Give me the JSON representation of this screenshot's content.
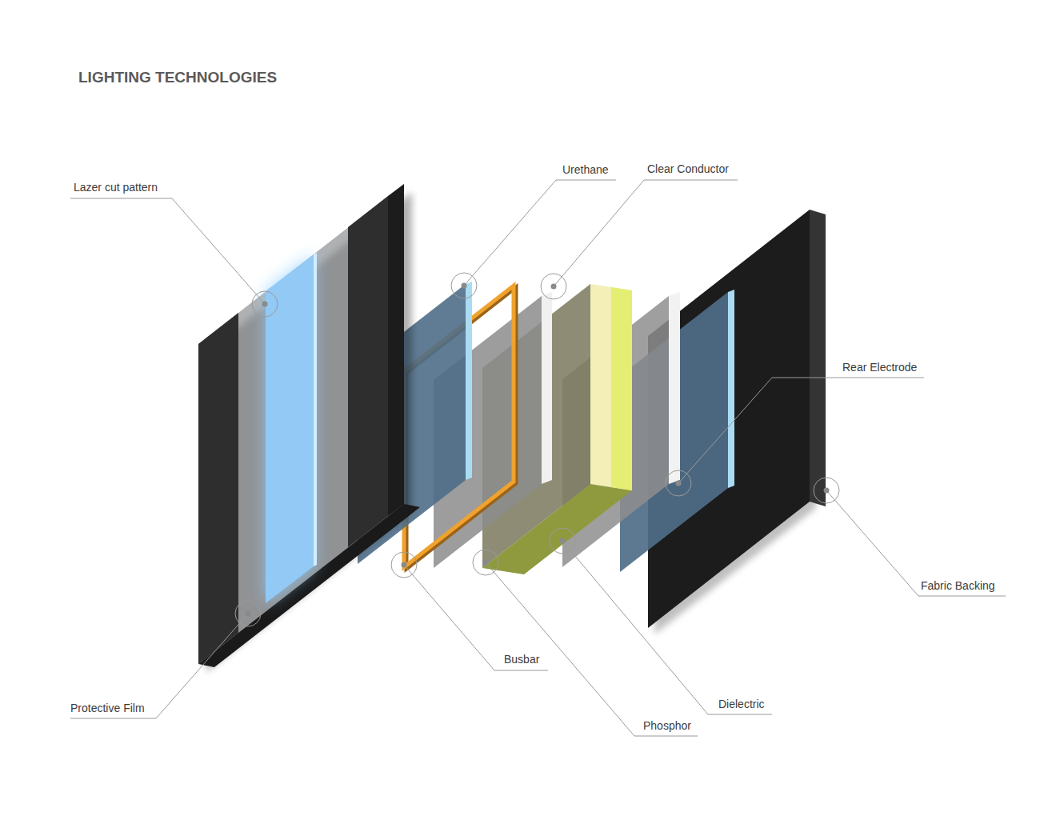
{
  "diagram": {
    "title": "LIGHTING TECHNOLOGIES",
    "labels": [
      "Lazer cut pattern",
      "Urethane",
      "Clear Conductor",
      "Rear Electrode",
      "Fabric Backing",
      "Busbar",
      "Dielectric",
      "Phosphor",
      "Protective Film"
    ]
  }
}
